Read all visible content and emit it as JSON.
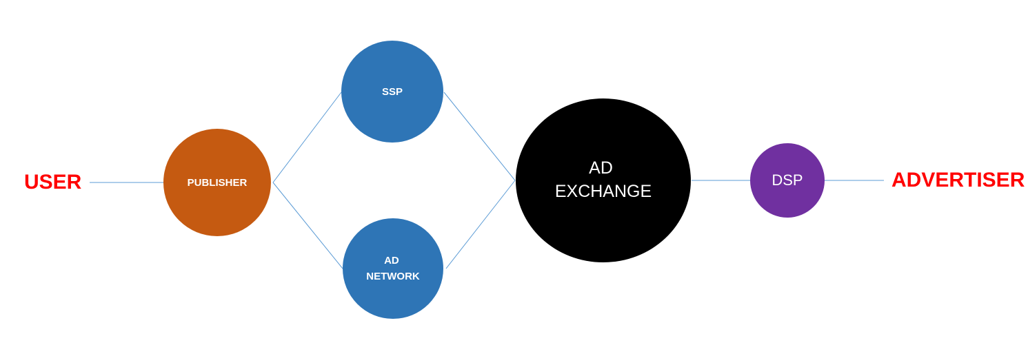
{
  "colors": {
    "connector": "#5b9bd5",
    "actor_text": "#ff0000",
    "node_text": "#ffffff",
    "publisher": "#c55a11",
    "ssp": "#2e75b6",
    "ad_network": "#2e75b6",
    "ad_exchange": "#000000",
    "dsp": "#7030a0"
  },
  "actors": {
    "user": "USER",
    "advertiser": "ADVERTISER"
  },
  "nodes": {
    "publisher": "PUBLISHER",
    "ssp": "SSP",
    "ad_network": [
      "AD",
      "NETWORK"
    ],
    "ad_exchange": [
      "AD",
      "EXCHANGE"
    ],
    "dsp": "DSP"
  }
}
